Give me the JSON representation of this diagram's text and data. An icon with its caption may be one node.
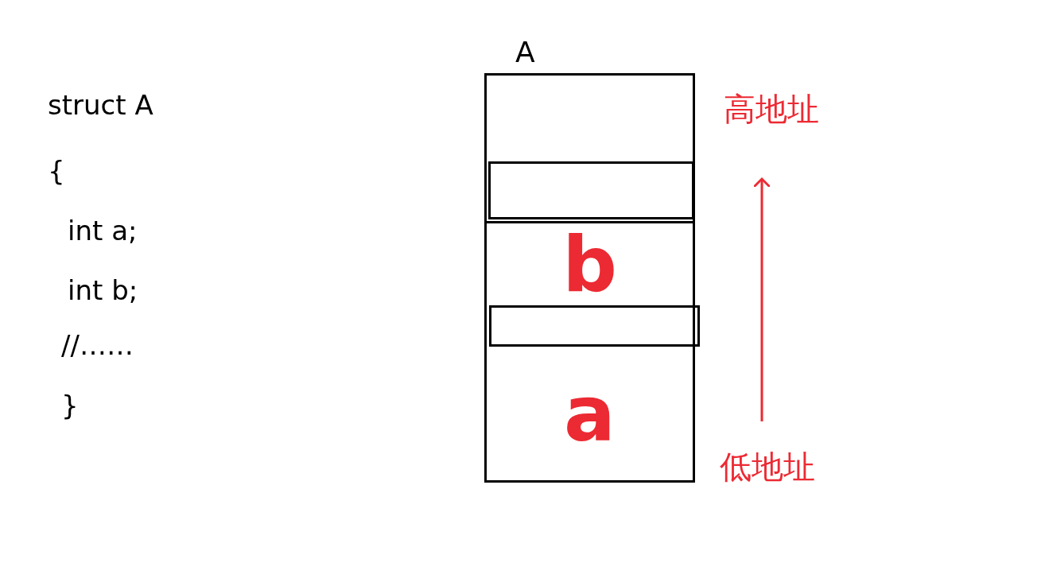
{
  "diagram": {
    "nodes": [
      {
        "text": [
          "A"
        ]
      },
      {
        "text": [],
        "shape": "box",
        "in": 0
      },
      {
        "text": [
          "b"
        ],
        "in": 0
      },
      {
        "text": [],
        "shape": "box",
        "in": 0
      },
      {
        "text": [
          "a"
        ],
        "in": 0
      },
      {
        "text": [
          "高地址"
        ]
      },
      {
        "text": [
          "低地址"
        ]
      }
    ],
    "edges": [
      {
        "from": 6,
        "to": 5,
        "arrow": "to",
        "color": "#ec2a33"
      }
    ],
    "labels": [
      "struct A",
      "{",
      "int a;",
      "int b;",
      "//……",
      "}"
    ]
  }
}
